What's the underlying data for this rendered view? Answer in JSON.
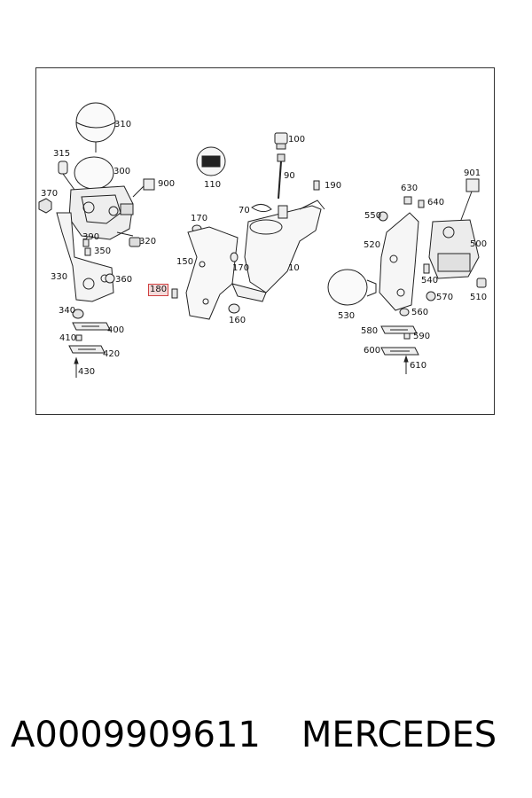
{
  "diagram": {
    "callouts": [
      {
        "id": "c310",
        "label": "310"
      },
      {
        "id": "c315",
        "label": "315"
      },
      {
        "id": "c300",
        "label": "300"
      },
      {
        "id": "c900",
        "label": "900"
      },
      {
        "id": "c370",
        "label": "370"
      },
      {
        "id": "c390",
        "label": "390"
      },
      {
        "id": "c320",
        "label": "320"
      },
      {
        "id": "c350",
        "label": "350"
      },
      {
        "id": "c330",
        "label": "330"
      },
      {
        "id": "c360",
        "label": "360"
      },
      {
        "id": "c340",
        "label": "340"
      },
      {
        "id": "c400",
        "label": "400"
      },
      {
        "id": "c410",
        "label": "410"
      },
      {
        "id": "c420",
        "label": "420"
      },
      {
        "id": "c430",
        "label": "430"
      },
      {
        "id": "c100",
        "label": "100"
      },
      {
        "id": "c110",
        "label": "110"
      },
      {
        "id": "c90",
        "label": "90"
      },
      {
        "id": "c190",
        "label": "190"
      },
      {
        "id": "c170a",
        "label": "170"
      },
      {
        "id": "c70",
        "label": "70"
      },
      {
        "id": "c150",
        "label": "150"
      },
      {
        "id": "c170b",
        "label": "170"
      },
      {
        "id": "c10",
        "label": "10"
      },
      {
        "id": "c180",
        "label": "180",
        "highlight": true
      },
      {
        "id": "c160",
        "label": "160"
      },
      {
        "id": "c901",
        "label": "901"
      },
      {
        "id": "c630",
        "label": "630"
      },
      {
        "id": "c640",
        "label": "640"
      },
      {
        "id": "c550",
        "label": "550"
      },
      {
        "id": "c520",
        "label": "520"
      },
      {
        "id": "c500",
        "label": "500"
      },
      {
        "id": "c540",
        "label": "540"
      },
      {
        "id": "c530",
        "label": "530"
      },
      {
        "id": "c570",
        "label": "570"
      },
      {
        "id": "c510",
        "label": "510"
      },
      {
        "id": "c560",
        "label": "560"
      },
      {
        "id": "c580",
        "label": "580"
      },
      {
        "id": "c590",
        "label": "590"
      },
      {
        "id": "c600",
        "label": "600"
      },
      {
        "id": "c610",
        "label": "610"
      }
    ]
  },
  "caption": {
    "part_number": "A0009909611",
    "brand": "MERCEDES"
  },
  "colors": {
    "line": "#222222",
    "highlight_border": "#d04040",
    "highlight_fill": "#f4dada"
  }
}
